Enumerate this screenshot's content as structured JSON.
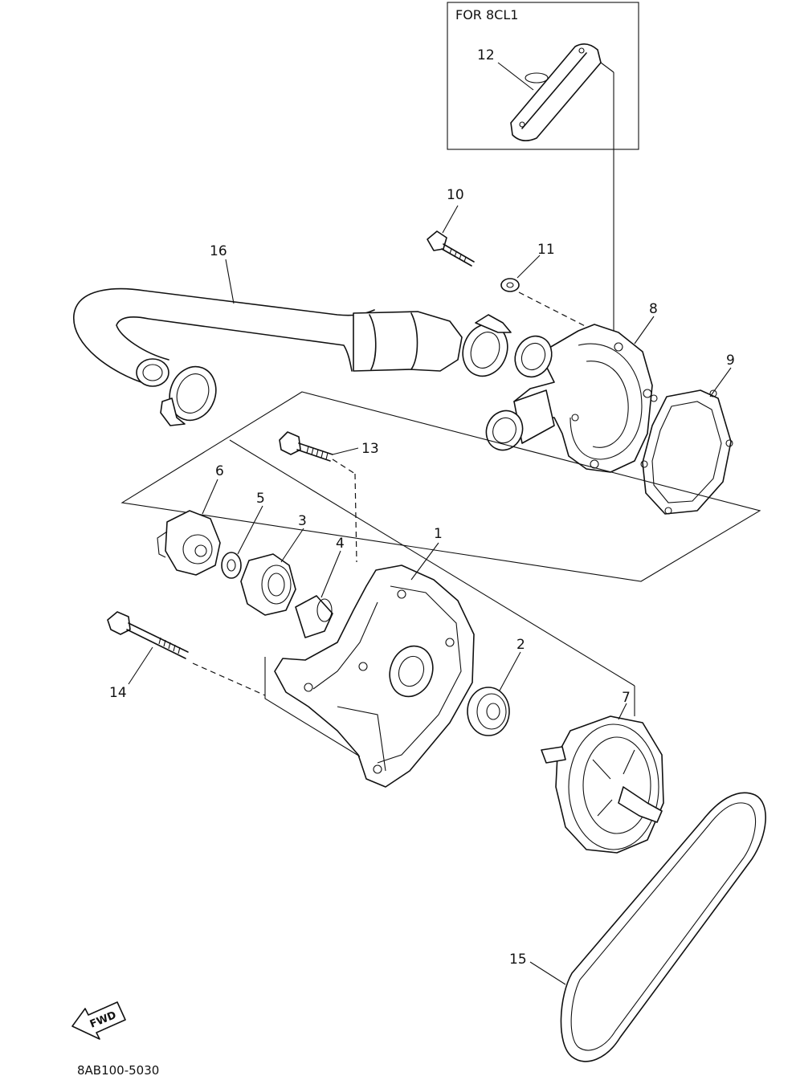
{
  "inset_label": "FOR 8CL1",
  "fwd_label": "FWD",
  "diagram_code": "8AB100-5030",
  "callouts": {
    "c1": "1",
    "c2": "2",
    "c3": "3",
    "c4": "4",
    "c5": "5",
    "c6": "6",
    "c7": "7",
    "c8": "8",
    "c9": "9",
    "c10": "10",
    "c11": "11",
    "c12": "12",
    "c13": "13",
    "c14": "14",
    "c15": "15",
    "c16": "16"
  }
}
